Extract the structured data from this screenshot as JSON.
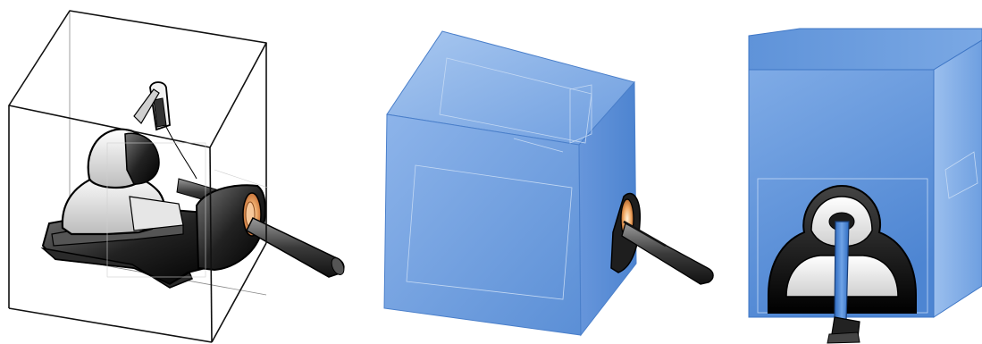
{
  "figure": {
    "panels": [
      {
        "id": "panel-1",
        "description_key": "wireframe-box-with-mechanism",
        "colors": {
          "box_stroke": "#111111",
          "mechanism_dark": "#1a1a1a",
          "mechanism_light": "#d9d9d9",
          "accent": "#e49a52"
        }
      },
      {
        "id": "panel-2",
        "description_key": "solid-box-side-view",
        "colors": {
          "box_face": "#7aa7e0",
          "box_face_dark": "#5b8fd6",
          "box_top": "#8fb6ea",
          "rod": "#3a3a3a",
          "accent": "#e49a52"
        }
      },
      {
        "id": "panel-3",
        "description_key": "solid-box-front-view",
        "colors": {
          "box_face": "#6f9ddd",
          "box_side": "#8cb3ea",
          "box_top": "#78a6e2",
          "housing": "#1c1c1c",
          "inner": "#e8e8e8",
          "rod": "#4a82cf"
        }
      }
    ]
  }
}
